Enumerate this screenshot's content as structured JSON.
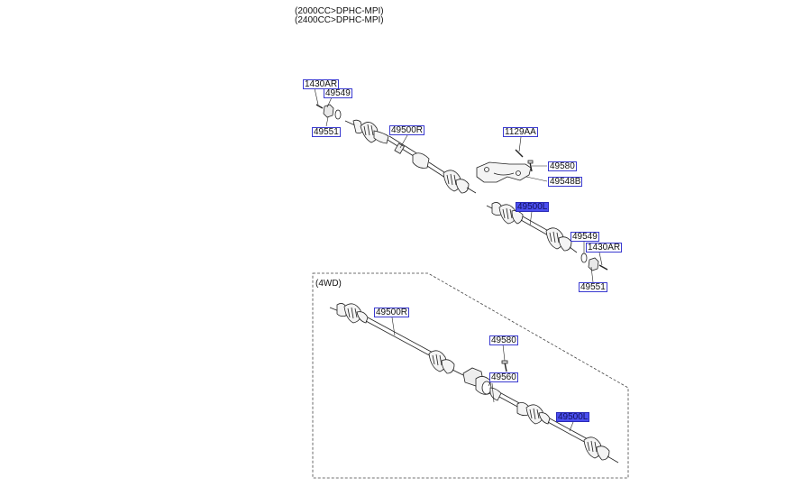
{
  "header": {
    "line1": "(2000CC>DPHC-MPI)",
    "line2": "(2400CC>DPHC-MPI)"
  },
  "section_4wd": {
    "label": "(4WD)"
  },
  "callouts": {
    "c1430ar_top": "1430AR",
    "c49549_top": "49549",
    "c49551_top": "49551",
    "c49500r_top": "49500R",
    "c1129aa": "1129AA",
    "c49580_top": "49580",
    "c49548b": "49548B",
    "c49500l_top": "49500L",
    "c49549_right": "49549",
    "c1430ar_right": "1430AR",
    "c49551_right": "49551",
    "c49500r_4wd": "49500R",
    "c49580_4wd": "49580",
    "c49560": "49560",
    "c49500l_4wd": "49500L"
  },
  "highlight_color": "#4b4ff0",
  "callout_border_color": "#3a3ad0"
}
